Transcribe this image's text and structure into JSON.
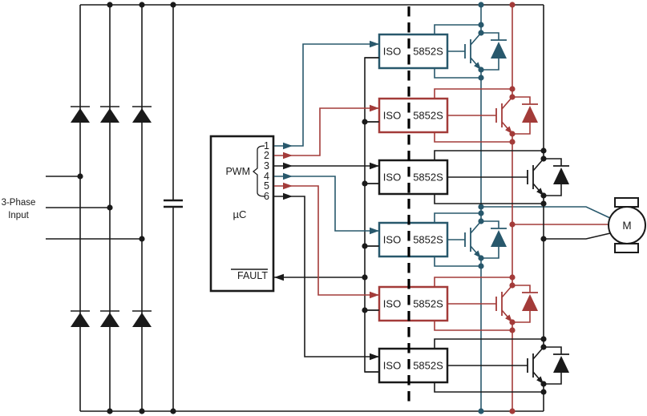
{
  "schematic": {
    "source": {
      "label_line1": "3-Phase",
      "label_line2": "Input"
    },
    "mcu": {
      "name": "µC",
      "pwm_group_label": "PWM",
      "pins": [
        "1",
        "2",
        "3",
        "4",
        "5",
        "6"
      ],
      "fault_label": "FAULT"
    },
    "gate_driver": {
      "iso_side_label": "ISO",
      "part_side_label": "5852S"
    },
    "motor_label": "M",
    "colors": {
      "phase_a_teal": "#28586C",
      "phase_b_red": "#A33B39",
      "phase_c_black": "#1A1A1A"
    }
  }
}
